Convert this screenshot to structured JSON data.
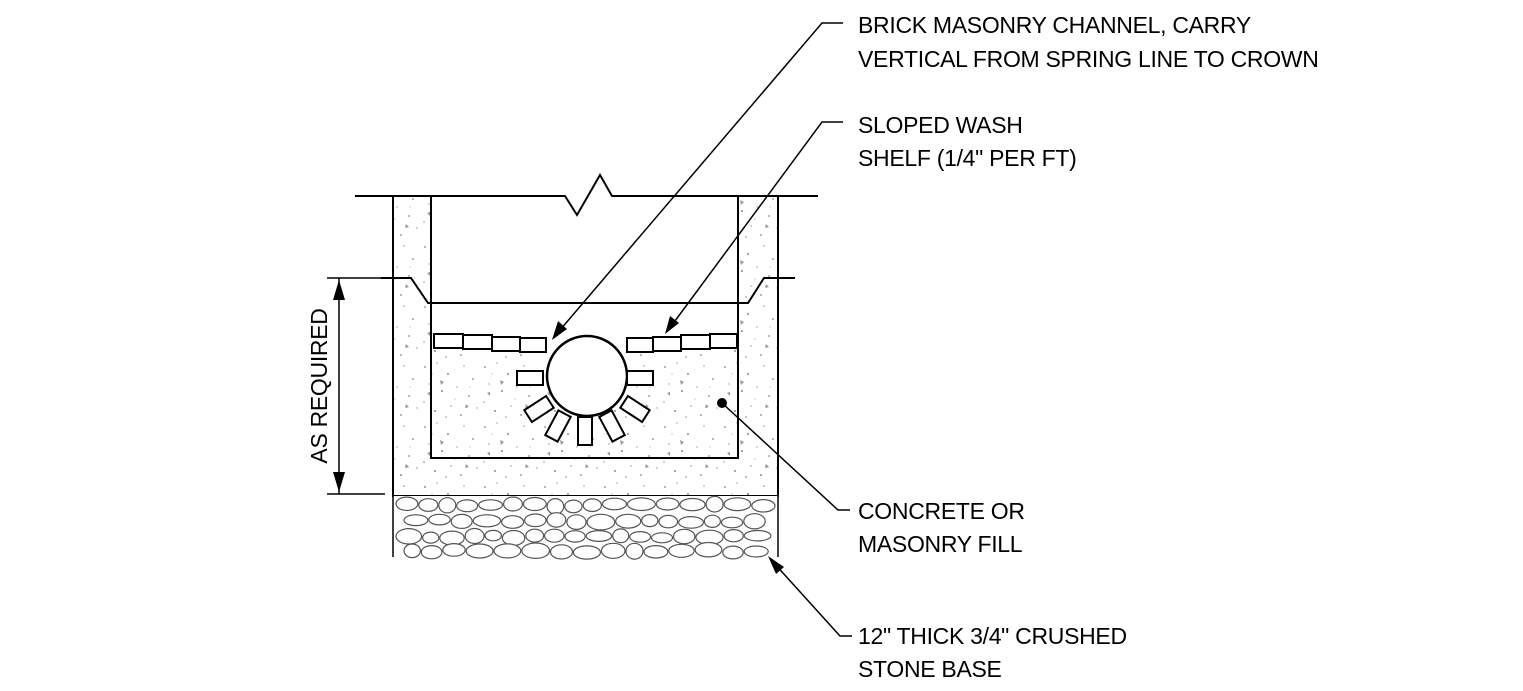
{
  "labels": {
    "brick_channel": {
      "line1": "BRICK MASONRY CHANNEL, CARRY",
      "line2": "VERTICAL FROM SPRING LINE TO CROWN"
    },
    "wash_shelf": {
      "line1": "SLOPED WASH",
      "line2": "SHELF (1/4\" PER FT)"
    },
    "fill": {
      "line1": "CONCRETE OR",
      "line2": "MASONRY FILL"
    },
    "stone_base": {
      "line1": "12\" THICK 3/4\" CRUSHED",
      "line2": "STONE BASE"
    },
    "dimension": "AS REQUIRED"
  },
  "colors": {
    "line": "#000000",
    "background": "#ffffff",
    "speckle": "#888888"
  }
}
